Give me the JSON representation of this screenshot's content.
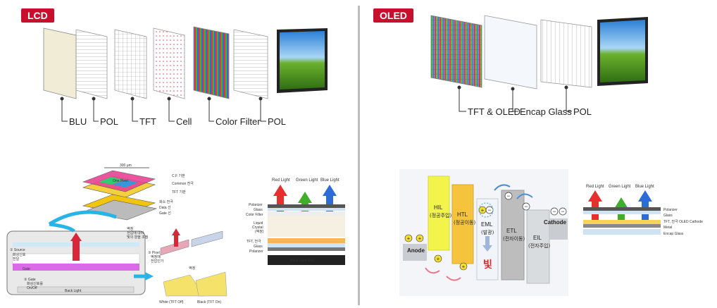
{
  "lcd": {
    "badge": "LCD",
    "layers": [
      "BLU",
      "POL",
      "TFT",
      "Cell",
      "Color Filter",
      "POL"
    ],
    "pixel_diagram": {
      "width_label": "300 μm",
      "one_pixel": "One Pixel",
      "top_labels": [
        "C.F 기판",
        "Common 전극",
        "TFT 기판"
      ],
      "side_labels": [
        "화소 전극",
        "Data 선",
        "Gate 선"
      ],
      "liquid_note": [
        "액정",
        "전압에 따라",
        "빛의 양을 조정"
      ],
      "source": [
        "① Source",
        "화상신호",
        "전달"
      ],
      "gate": [
        "② Gate",
        "화상신호를",
        "On/Off"
      ],
      "pixel": [
        "③ Pixel",
        "액정에",
        "전압인가"
      ],
      "gate_tag": "Gate",
      "back_light": "Back Light",
      "crystal_tag": "액정",
      "states": [
        "White (TFT Off)",
        "Black (TFT On)"
      ]
    },
    "stack": {
      "lights": [
        "Red Light",
        "Green Light",
        "Blue Light"
      ],
      "layers": [
        "Polarizer",
        "Glass",
        "Color Filter",
        "Liquid",
        "Crystal",
        "(액정)",
        "TFT, 전극",
        "Glass",
        "Polarizer"
      ],
      "unit": "Back Light Unit"
    }
  },
  "oled": {
    "badge": "OLED",
    "layers": [
      "TFT & OLED",
      "Encap Glass",
      "POL"
    ],
    "energy": {
      "anode": "Anode",
      "cathode": "Cathode",
      "hil": [
        "HIL",
        "(정공주입)"
      ],
      "htl": [
        "HTL",
        "(정공이동)"
      ],
      "eml": [
        "EML",
        "(발광)"
      ],
      "etl": [
        "ETL",
        "(전자이동)"
      ],
      "eil": [
        "EIL",
        "(전자주입)"
      ],
      "light": "빛"
    },
    "stack": {
      "lights": [
        "Red Light",
        "Green Light",
        "Blue Light"
      ],
      "layers": [
        "Polarizer",
        "Glass",
        "TFT, 전극 OLED Cathode",
        "Metal",
        "Encap Glass"
      ]
    }
  }
}
